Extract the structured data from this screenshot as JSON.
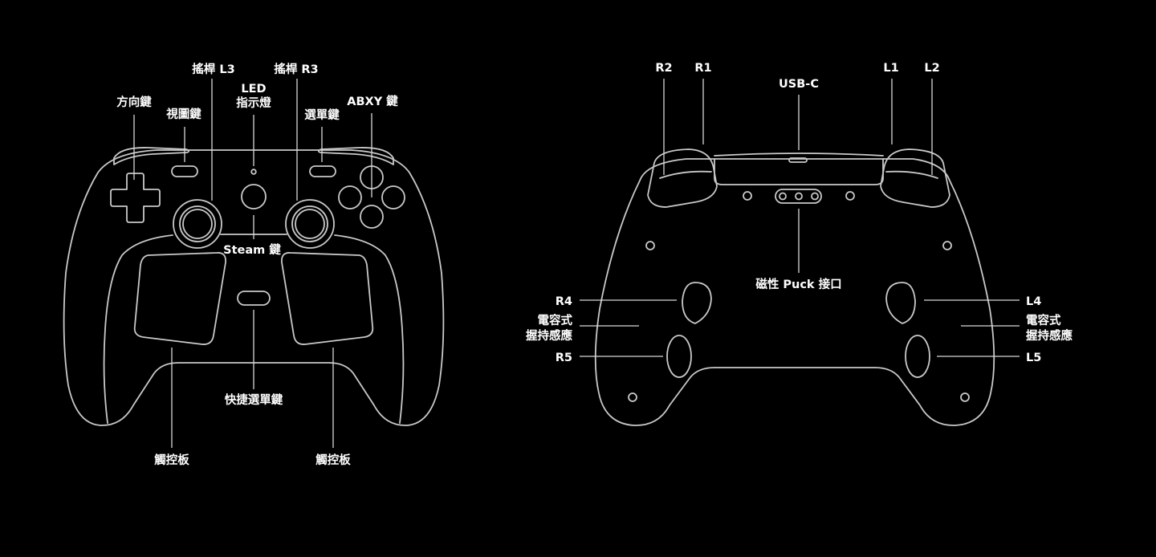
{
  "front": {
    "dpad": "方向鍵",
    "view_button": "視圖鍵",
    "stick_l3": "搖桿 L3",
    "led_line1": "LED",
    "led_line2": "指示燈",
    "stick_r3": "搖桿 R3",
    "menu_button": "選單鍵",
    "abxy": "ABXY 鍵",
    "steam_button": "Steam 鍵",
    "quick_access": "快捷選單鍵",
    "trackpad_left": "觸控板",
    "trackpad_right": "觸控板"
  },
  "back": {
    "r2": "R2",
    "r1": "R1",
    "usbc": "USB-C",
    "l1": "L1",
    "l2": "L2",
    "puck": "磁性 Puck 接口",
    "r4": "R4",
    "grip_left_line1": "電容式",
    "grip_left_line2": "握持感應",
    "r5": "R5",
    "l4": "L4",
    "grip_right_line1": "電容式",
    "grip_right_line2": "握持感應",
    "l5": "L5"
  },
  "colors": {
    "background": "#000000",
    "outline": "#c9c9c9",
    "text": "#ffffff"
  }
}
